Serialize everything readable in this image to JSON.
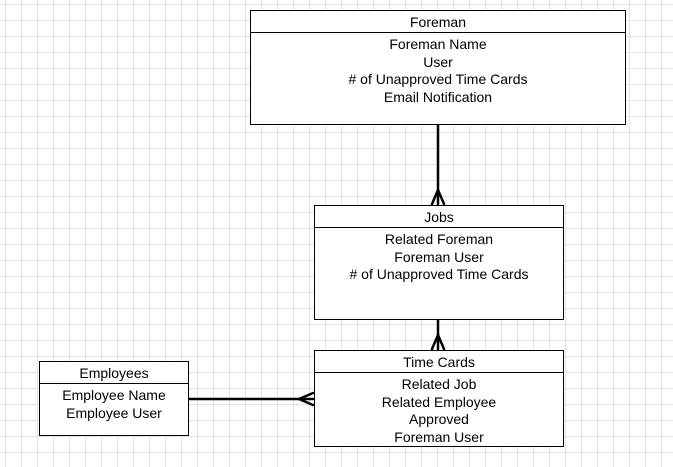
{
  "entities": {
    "foreman": {
      "title": "Foreman",
      "fields": [
        "Foreman Name",
        "User",
        "# of Unapproved Time Cards",
        "Email Notification"
      ]
    },
    "jobs": {
      "title": "Jobs",
      "fields": [
        "Related Foreman",
        "Foreman User",
        "# of Unapproved Time Cards"
      ]
    },
    "time_cards": {
      "title": "Time Cards",
      "fields": [
        "Related Job",
        "Related Employee",
        "Approved",
        "Foreman User"
      ]
    },
    "employees": {
      "title": "Employees",
      "fields": [
        "Employee Name",
        "Employee User"
      ]
    }
  },
  "relationships": [
    {
      "from": "Foreman",
      "to": "Jobs",
      "from_end": "one",
      "to_end": "many"
    },
    {
      "from": "Jobs",
      "to": "Time Cards",
      "from_end": "one",
      "to_end": "many"
    },
    {
      "from": "Employees",
      "to": "Time Cards",
      "from_end": "one",
      "to_end": "many"
    }
  ]
}
